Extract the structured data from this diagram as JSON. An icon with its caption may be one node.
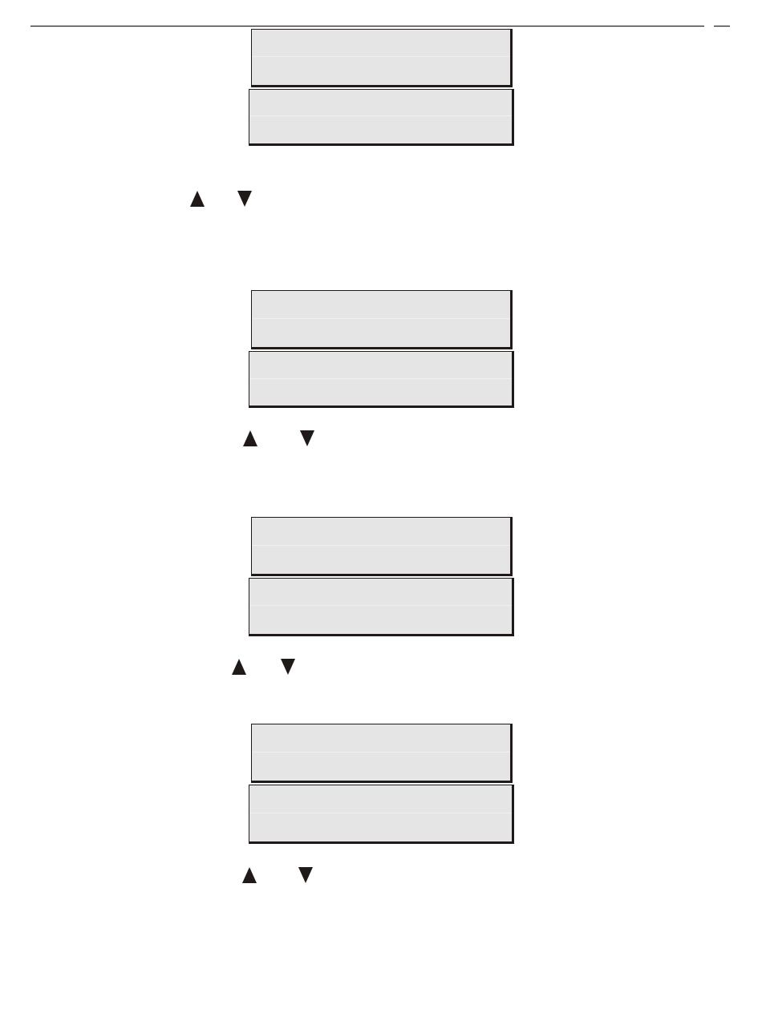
{
  "diagram": {
    "nodes": [
      {
        "text": [],
        "shape": "box"
      },
      {
        "text": [],
        "shape": "box"
      },
      {
        "text": [],
        "shape": "box"
      },
      {
        "text": [],
        "shape": "box"
      },
      {
        "text": [],
        "shape": "box"
      },
      {
        "text": [],
        "shape": "box"
      },
      {
        "text": [],
        "shape": "box"
      },
      {
        "text": [],
        "shape": "box"
      }
    ]
  }
}
